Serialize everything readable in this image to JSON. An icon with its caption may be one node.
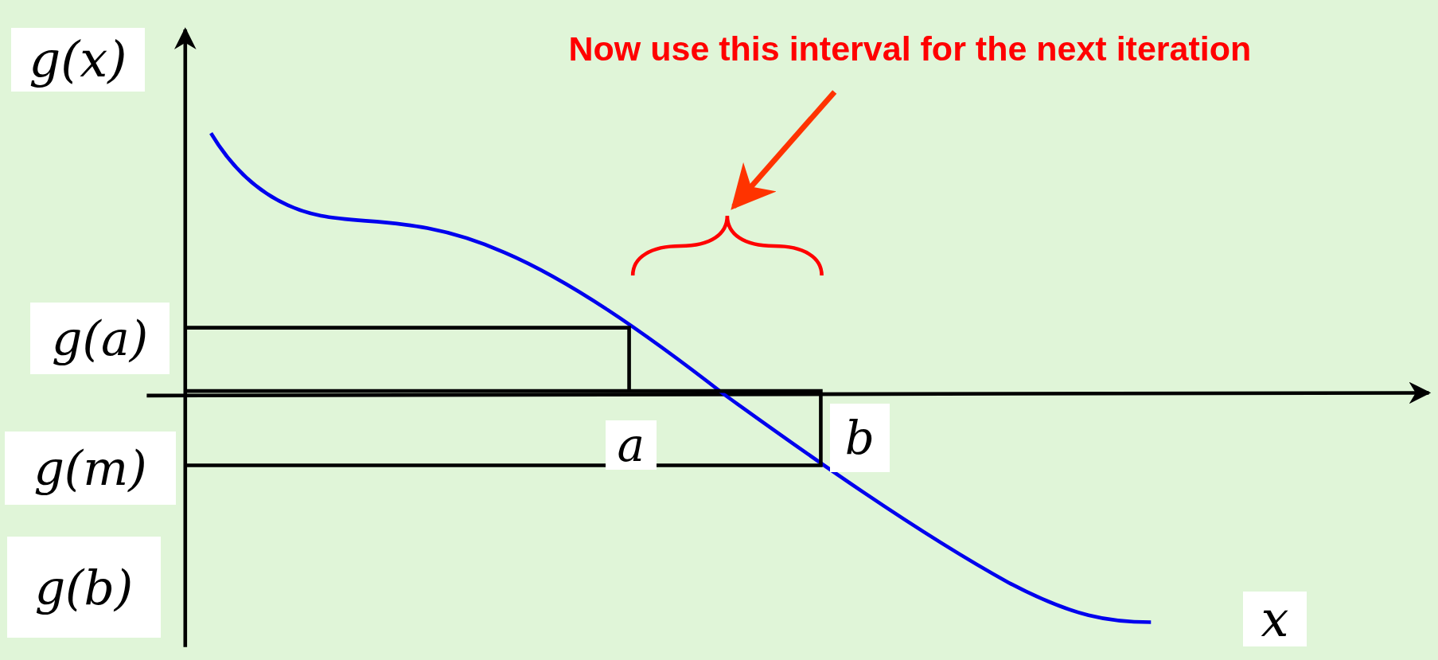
{
  "diagram": {
    "nodes": [
      {
        "text": [
          "Now use this interval for the next iteration"
        ]
      },
      {
        "text": [],
        "shape": "brace"
      }
    ],
    "edges": [
      {
        "from": 0,
        "to": 1,
        "arrow": "to"
      }
    ],
    "labels": [
      "g(x)",
      "g(a)",
      "g(m)",
      "g(b)",
      "a",
      "b",
      "x"
    ]
  }
}
